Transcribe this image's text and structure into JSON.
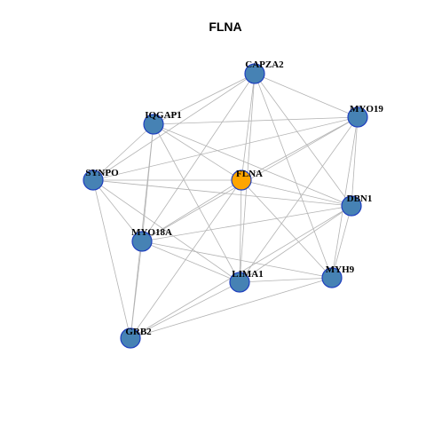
{
  "title": "FLNA",
  "colors": {
    "node_default": "#4682b4",
    "node_highlight": "#ffa500",
    "node_border": "#1f3fbf",
    "edge": "#b3b3b3"
  },
  "nodes": [
    {
      "id": "CAPZA2",
      "label": "CAPZA2",
      "highlight": false
    },
    {
      "id": "IQGAP1",
      "label": "IQGAP1",
      "highlight": false
    },
    {
      "id": "MYO19",
      "label": "MYO19",
      "highlight": false
    },
    {
      "id": "SYNPO",
      "label": "SYNPO",
      "highlight": false
    },
    {
      "id": "FLNA",
      "label": "FLNA",
      "highlight": true
    },
    {
      "id": "DBN1",
      "label": "DBN1",
      "highlight": false
    },
    {
      "id": "MYO18A",
      "label": "MYO18A",
      "highlight": false
    },
    {
      "id": "MYH9",
      "label": "MYH9",
      "highlight": false
    },
    {
      "id": "LIMA1",
      "label": "LIMA1",
      "highlight": false
    },
    {
      "id": "GRB2",
      "label": "GRB2",
      "highlight": false
    }
  ],
  "edges": [
    [
      "CAPZA2",
      "IQGAP1"
    ],
    [
      "CAPZA2",
      "MYO19"
    ],
    [
      "CAPZA2",
      "SYNPO"
    ],
    [
      "CAPZA2",
      "FLNA"
    ],
    [
      "CAPZA2",
      "DBN1"
    ],
    [
      "CAPZA2",
      "MYO18A"
    ],
    [
      "CAPZA2",
      "MYH9"
    ],
    [
      "CAPZA2",
      "LIMA1"
    ],
    [
      "IQGAP1",
      "MYO19"
    ],
    [
      "IQGAP1",
      "SYNPO"
    ],
    [
      "IQGAP1",
      "FLNA"
    ],
    [
      "IQGAP1",
      "DBN1"
    ],
    [
      "IQGAP1",
      "MYO18A"
    ],
    [
      "IQGAP1",
      "LIMA1"
    ],
    [
      "IQGAP1",
      "GRB2"
    ],
    [
      "MYO19",
      "SYNPO"
    ],
    [
      "MYO19",
      "FLNA"
    ],
    [
      "MYO19",
      "DBN1"
    ],
    [
      "MYO19",
      "MYO18A"
    ],
    [
      "MYO19",
      "MYH9"
    ],
    [
      "MYO19",
      "LIMA1"
    ],
    [
      "SYNPO",
      "FLNA"
    ],
    [
      "SYNPO",
      "DBN1"
    ],
    [
      "SYNPO",
      "MYO18A"
    ],
    [
      "SYNPO",
      "LIMA1"
    ],
    [
      "SYNPO",
      "GRB2"
    ],
    [
      "FLNA",
      "DBN1"
    ],
    [
      "FLNA",
      "MYO18A"
    ],
    [
      "FLNA",
      "MYH9"
    ],
    [
      "FLNA",
      "LIMA1"
    ],
    [
      "FLNA",
      "GRB2"
    ],
    [
      "DBN1",
      "MYO18A"
    ],
    [
      "DBN1",
      "MYH9"
    ],
    [
      "DBN1",
      "LIMA1"
    ],
    [
      "DBN1",
      "GRB2"
    ],
    [
      "MYO18A",
      "MYH9"
    ],
    [
      "MYO18A",
      "LIMA1"
    ],
    [
      "MYO18A",
      "GRB2"
    ],
    [
      "MYH9",
      "LIMA1"
    ],
    [
      "MYH9",
      "GRB2"
    ],
    [
      "LIMA1",
      "GRB2"
    ]
  ]
}
